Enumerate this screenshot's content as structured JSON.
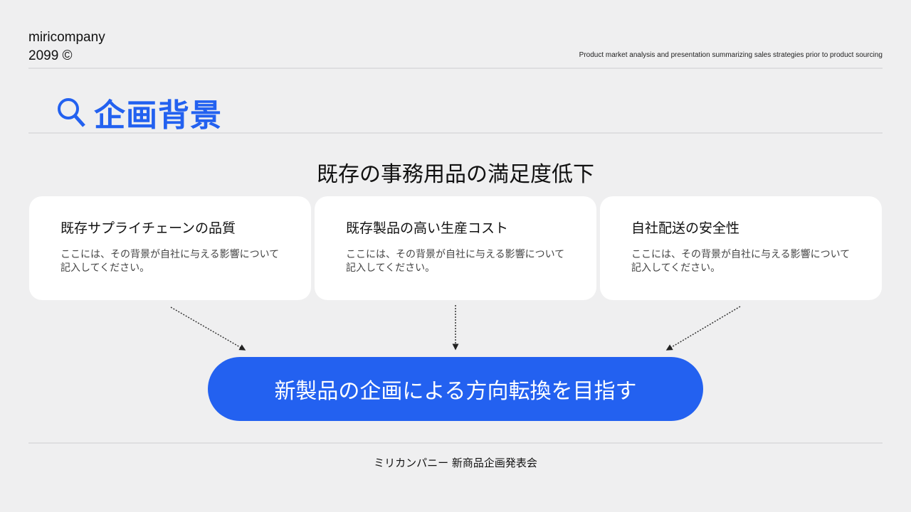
{
  "header": {
    "brand_line1": "miricompany",
    "brand_line2": "2099 ©",
    "tagline": "Product market analysis and presentation summarizing sales strategies prior to product sourcing"
  },
  "page": {
    "title_icon": "search-icon",
    "title": "企画背景",
    "subtitle": "既存の事務用品の満足度低下"
  },
  "cards": [
    {
      "title": "既存サプライチェーンの品質",
      "description": "ここには、その背景が自社に与える影響について記入してください。"
    },
    {
      "title": "既存製品の高い生産コスト",
      "description": "ここには、その背景が自社に与える影響について記入してください。"
    },
    {
      "title": "自社配送の安全性",
      "description": "ここには、その背景が自社に与える影響について記入してください。"
    }
  ],
  "conclusion": "新製品の企画による方向転換を目指す",
  "footer": "ミリカンパニー 新商品企画発表会",
  "colors": {
    "accent": "#2361f0",
    "background": "#efeff0",
    "card": "#ffffff"
  }
}
